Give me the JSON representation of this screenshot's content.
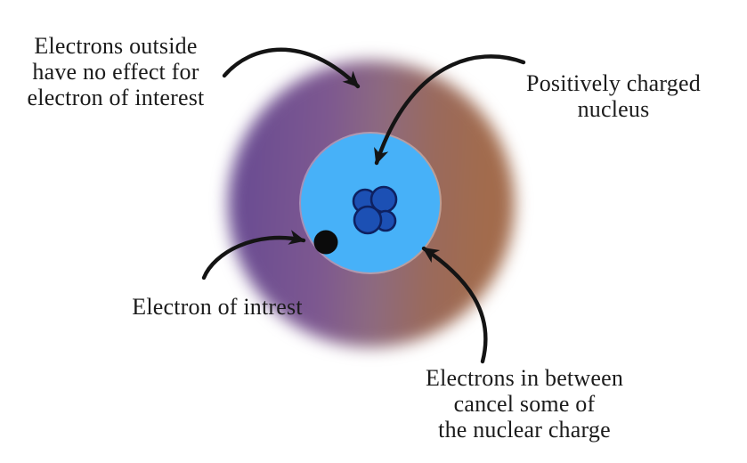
{
  "diagram": {
    "description": "Electron shielding in an atom",
    "labels": {
      "outer_electrons": {
        "lines": [
          "Electrons outside",
          "have no effect for",
          "electron of interest"
        ]
      },
      "nucleus": {
        "lines": [
          "Positively charged",
          "nucleus"
        ]
      },
      "electron_of_interest": {
        "lines": [
          "Electron of intrest"
        ]
      },
      "inner_electrons": {
        "lines": [
          "Electrons in between",
          "cancel some of",
          "the nuclear charge"
        ]
      }
    },
    "icons": {
      "arrow_outer_shell": "curved-arrow",
      "arrow_nucleus": "curved-arrow",
      "arrow_electron": "curved-arrow",
      "arrow_inner_electrons": "curved-arrow"
    },
    "colors": {
      "background": "#ffffff",
      "shell_purple": "#6a4c92",
      "shell_mauve": "#8d6a80",
      "shell_brown": "#a26b4c",
      "inner_region_blue": "#47b1f8",
      "nucleus_fill": "#1c50b4",
      "nucleus_outline": "#0e2161",
      "electron_fill": "#0b0b0b",
      "arrow_color": "#141414",
      "text_color": "#1b1b1b"
    }
  }
}
